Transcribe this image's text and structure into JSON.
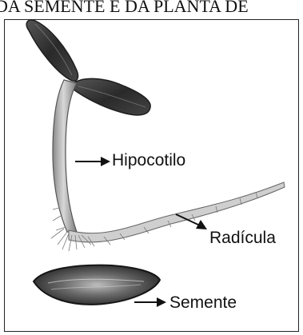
{
  "header": {
    "text": "DA SEMENTE E DA PLANTA DE"
  },
  "labels": {
    "hipocotilo": "Hipocotilo",
    "radicula": "Radícula",
    "semente": "Semente"
  },
  "colors": {
    "ink": "#111111",
    "seed_dark": "#2b2b2b",
    "leaf_dark": "#3a3a3a",
    "stem": "#9a9a9a"
  }
}
